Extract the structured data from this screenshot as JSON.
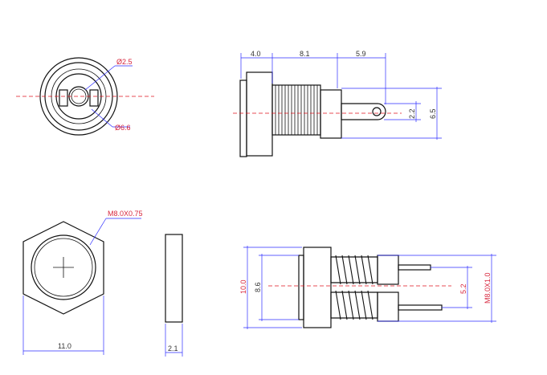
{
  "front_view": {
    "pin_diameter": "Ø2.5",
    "inner_diameter": "Ø6.6"
  },
  "side_view": {
    "flange_width": "4.0",
    "body_length": "8.1",
    "pin_length": "5.9",
    "pin_height": "2.2",
    "body_height": "6.5"
  },
  "nut_view": {
    "thread_spec": "M8.0X0.75",
    "width_across": "11.0"
  },
  "nut_side": {
    "thickness": "2.1"
  },
  "bottom_view": {
    "overall_height": "10.0",
    "flange_inner": "8.6",
    "pin_spacing": "5.2",
    "thread_spec": "M8.0X1.0"
  },
  "colors": {
    "outline": "#111111",
    "dimension": "#2d2dff",
    "centerline": "#e0141e",
    "label": "#d7263d"
  }
}
